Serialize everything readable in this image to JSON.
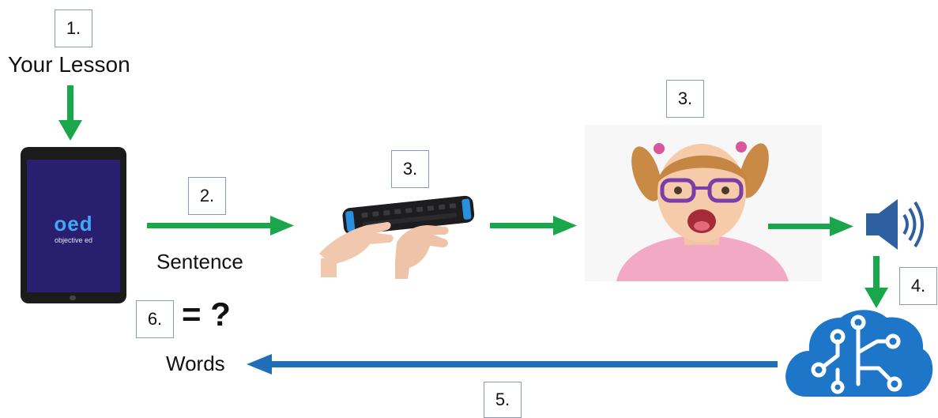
{
  "steps": {
    "s1": "1.",
    "s2": "2.",
    "s3a": "3.",
    "s3b": "3.",
    "s4": "4.",
    "s5": "5.",
    "s6": "6."
  },
  "labels": {
    "your_lesson": "Your Lesson",
    "sentence": "Sentence",
    "words": "Words",
    "equals_question": "= ?"
  },
  "tablet": {
    "logo": "oed",
    "logo_sub": "objective ed"
  },
  "colors": {
    "green_arrow": "#1aa64a",
    "blue_arrow": "#1f6fb8",
    "tablet_screen": "#2a1e6e",
    "speaker": "#2e5f9e",
    "brain": "#1e76c9"
  },
  "icons": [
    "down-arrow-icon",
    "tablet-icon",
    "braille-display-icon",
    "child-photo",
    "speaker-icon",
    "ai-brain-icon"
  ]
}
